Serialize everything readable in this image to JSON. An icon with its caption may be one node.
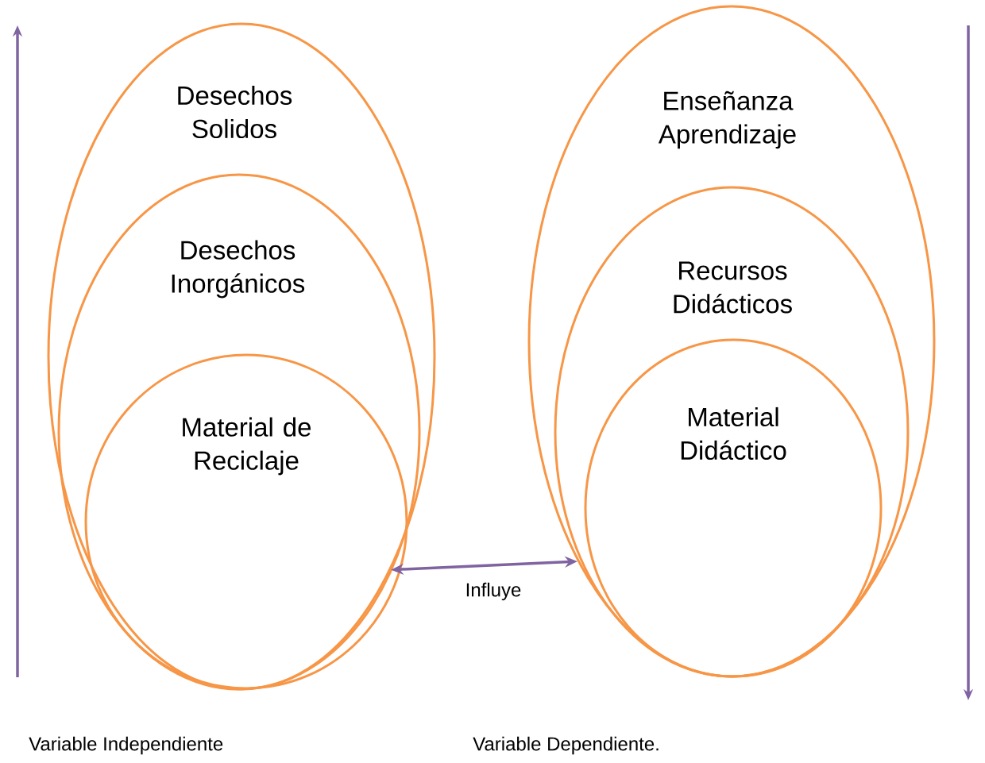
{
  "diagram": {
    "nodes": [
      {
        "text": [
          "Desechos Solidos"
        ]
      },
      {
        "text": [
          "Desechos Inorgánicos"
        ],
        "in": 0
      },
      {
        "text": [
          "Material de Reciclaje"
        ],
        "in": 1
      },
      {
        "text": [
          "Enseñanza Aprendizaje"
        ]
      },
      {
        "text": [
          "Recursos Didácticos"
        ],
        "in": 3
      },
      {
        "text": [
          "Material Didáctico"
        ],
        "in": 4
      }
    ],
    "edges": [
      {
        "from": 0,
        "to": 3,
        "arrow": "both",
        "label": "Influye"
      }
    ],
    "labels": [
      "Variable Independiente",
      "Variable Dependiente."
    ]
  }
}
